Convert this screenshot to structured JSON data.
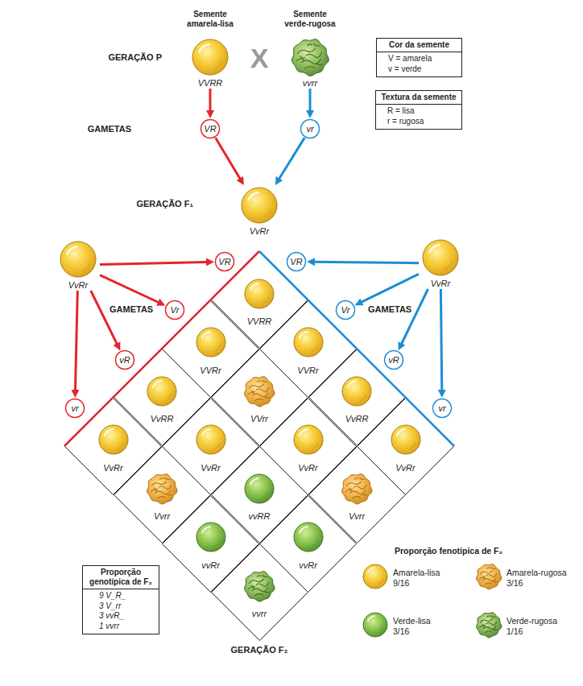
{
  "diagram": {
    "nodes": [
      {
        "text": [
          "Semente amarela-lisa",
          "VVRR"
        ]
      },
      {
        "text": [
          "Semente verde-rugosa",
          "vvrr"
        ]
      },
      {
        "text": [
          "Cor da semente",
          "V = amarela",
          "v = verde"
        ]
      },
      {
        "text": [
          "Textura da semente",
          "R = lisa",
          "r = rugosa"
        ]
      },
      {
        "text": [
          "VR"
        ]
      },
      {
        "text": [
          "vr"
        ]
      },
      {
        "text": [
          "VvRr"
        ]
      },
      {
        "text": [
          "VvRr"
        ]
      },
      {
        "text": [
          "VvRr"
        ]
      },
      {
        "text": [
          "VR"
        ]
      },
      {
        "text": [
          "Vr"
        ]
      },
      {
        "text": [
          "vR"
        ]
      },
      {
        "text": [
          "vr"
        ]
      },
      {
        "text": [
          "VR"
        ]
      },
      {
        "text": [
          "Vr"
        ]
      },
      {
        "text": [
          "vR"
        ]
      },
      {
        "text": [
          "vr"
        ]
      },
      {
        "text": [
          "VVRR"
        ]
      },
      {
        "text": [
          "VVRr"
        ]
      },
      {
        "text": [
          "VVRr"
        ]
      },
      {
        "text": [
          "VvRR"
        ]
      },
      {
        "text": [
          "VVrr"
        ]
      },
      {
        "text": [
          "VvRR"
        ]
      },
      {
        "text": [
          "VvRr"
        ]
      },
      {
        "text": [
          "VvRr"
        ]
      },
      {
        "text": [
          "VvRr"
        ]
      },
      {
        "text": [
          "VvRr"
        ]
      },
      {
        "text": [
          "Vvrr"
        ]
      },
      {
        "text": [
          "vvRR"
        ]
      },
      {
        "text": [
          "Vvrr"
        ]
      },
      {
        "text": [
          "vvRr"
        ]
      },
      {
        "text": [
          "vvRr"
        ]
      },
      {
        "text": [
          "vvrr"
        ]
      },
      {
        "text": [
          "Proporção genotípica de F₂",
          "9 V_R_",
          "3 V_rr",
          "3 vvR_",
          "1 vvrr"
        ]
      }
    ],
    "edges": [
      {
        "from": 0,
        "to": 4,
        "arrow": "to"
      },
      {
        "from": 1,
        "to": 5,
        "arrow": "to"
      },
      {
        "from": 4,
        "to": 6,
        "arrow": "to"
      },
      {
        "from": 5,
        "to": 6,
        "arrow": "to"
      },
      {
        "from": 7,
        "to": 9,
        "arrow": "to"
      },
      {
        "from": 7,
        "to": 10,
        "arrow": "to"
      },
      {
        "from": 7,
        "to": 11,
        "arrow": "to"
      },
      {
        "from": 7,
        "to": 12,
        "arrow": "to"
      },
      {
        "from": 8,
        "to": 13,
        "arrow": "to"
      },
      {
        "from": 8,
        "to": 14,
        "arrow": "to"
      },
      {
        "from": 8,
        "to": 15,
        "arrow": "to"
      },
      {
        "from": 8,
        "to": 16,
        "arrow": "to"
      }
    ],
    "labels": [
      "GERAÇÃO P",
      "X",
      "GAMETAS",
      "GERAÇÃO F₁",
      "GAMETAS",
      "GAMETAS",
      "Proporção fenotípica de F₂",
      "GERAÇÃO F₂"
    ],
    "legend": [
      {
        "text": "Amarela-lisa 9/16"
      },
      {
        "text": "Amarela-rugosa 3/16"
      },
      {
        "text": "Verde-lisa 3/16"
      },
      {
        "text": "Verde-rugosa 1/16"
      }
    ]
  }
}
